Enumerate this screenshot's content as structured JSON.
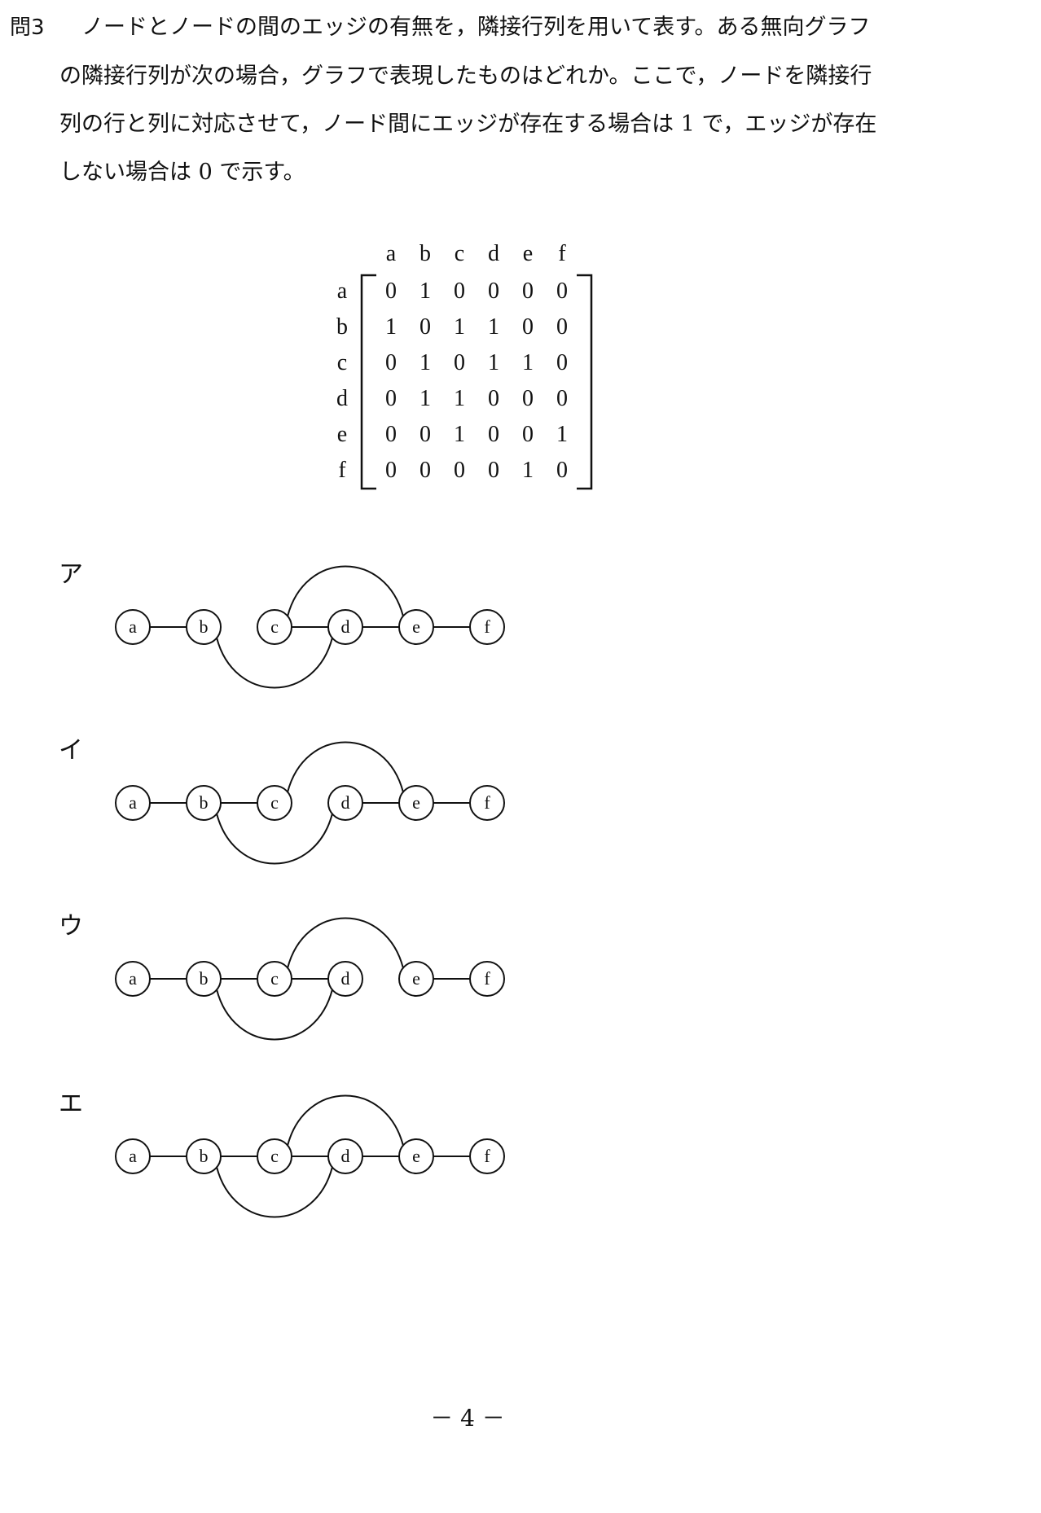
{
  "question": {
    "label": "問3",
    "lines": [
      "ノードとノードの間のエッジの有無を，隣接行列を用いて表す。ある無向グラフ",
      "の隣接行列が次の場合，グラフで表現したものはどれか。ここで，ノードを隣接行",
      "列の行と列に対応させて，ノード間にエッジが存在する場合は 1 で，エッジが存在",
      "しない場合は 0 で示す。"
    ]
  },
  "matrix": {
    "col_labels": [
      "a",
      "b",
      "c",
      "d",
      "e",
      "f"
    ],
    "row_labels": [
      "a",
      "b",
      "c",
      "d",
      "e",
      "f"
    ],
    "rows": [
      [
        0,
        1,
        0,
        0,
        0,
        0
      ],
      [
        1,
        0,
        1,
        1,
        0,
        0
      ],
      [
        0,
        1,
        0,
        1,
        1,
        0
      ],
      [
        0,
        1,
        1,
        0,
        0,
        0
      ],
      [
        0,
        0,
        1,
        0,
        0,
        1
      ],
      [
        0,
        0,
        0,
        0,
        1,
        0
      ]
    ]
  },
  "nodes": [
    "a",
    "b",
    "c",
    "d",
    "e",
    "f"
  ],
  "options": [
    {
      "label": "ア",
      "edges": [
        [
          "a",
          "b"
        ],
        [
          "c",
          "d"
        ],
        [
          "d",
          "e"
        ],
        [
          "e",
          "f"
        ]
      ],
      "arcs": [
        {
          "from": "c",
          "to": "e",
          "side": "top"
        },
        {
          "from": "b",
          "to": "d",
          "side": "bottom"
        }
      ]
    },
    {
      "label": "イ",
      "edges": [
        [
          "a",
          "b"
        ],
        [
          "b",
          "c"
        ],
        [
          "d",
          "e"
        ],
        [
          "e",
          "f"
        ]
      ],
      "arcs": [
        {
          "from": "c",
          "to": "e",
          "side": "top"
        },
        {
          "from": "b",
          "to": "d",
          "side": "bottom"
        }
      ]
    },
    {
      "label": "ウ",
      "edges": [
        [
          "a",
          "b"
        ],
        [
          "b",
          "c"
        ],
        [
          "c",
          "d"
        ],
        [
          "e",
          "f"
        ]
      ],
      "arcs": [
        {
          "from": "c",
          "to": "e",
          "side": "top"
        },
        {
          "from": "b",
          "to": "d",
          "side": "bottom"
        }
      ]
    },
    {
      "label": "エ",
      "edges": [
        [
          "a",
          "b"
        ],
        [
          "b",
          "c"
        ],
        [
          "c",
          "d"
        ],
        [
          "d",
          "e"
        ],
        [
          "e",
          "f"
        ]
      ],
      "arcs": [
        {
          "from": "c",
          "to": "e",
          "side": "top"
        },
        {
          "from": "b",
          "to": "d",
          "side": "bottom"
        }
      ]
    }
  ],
  "page_number": "－ 4 －"
}
